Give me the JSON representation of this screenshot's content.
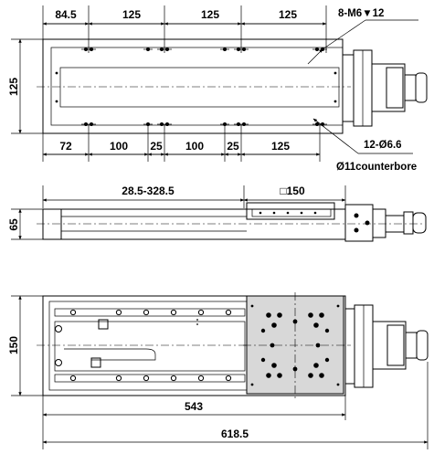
{
  "top_view": {
    "dims_top": [
      "84.5",
      "125",
      "125",
      "125"
    ],
    "dims_bottom": [
      "72",
      "100",
      "25",
      "100",
      "25",
      "125"
    ],
    "dim_height": "125",
    "note_tapped": "8-M6▼12",
    "note_holes": "12-Ø6.6",
    "note_counterbore": "Ø11counterbore"
  },
  "side_view": {
    "dim_stroke": "28.5-328.5",
    "dim_table": "□150",
    "dim_height": "65"
  },
  "bottom_view": {
    "dim_height": "150",
    "dim_inner": "543",
    "dim_overall": "618.5"
  },
  "colors": {
    "line": "#000000",
    "background": "#ffffff",
    "hatch": "#d8d8d8"
  }
}
